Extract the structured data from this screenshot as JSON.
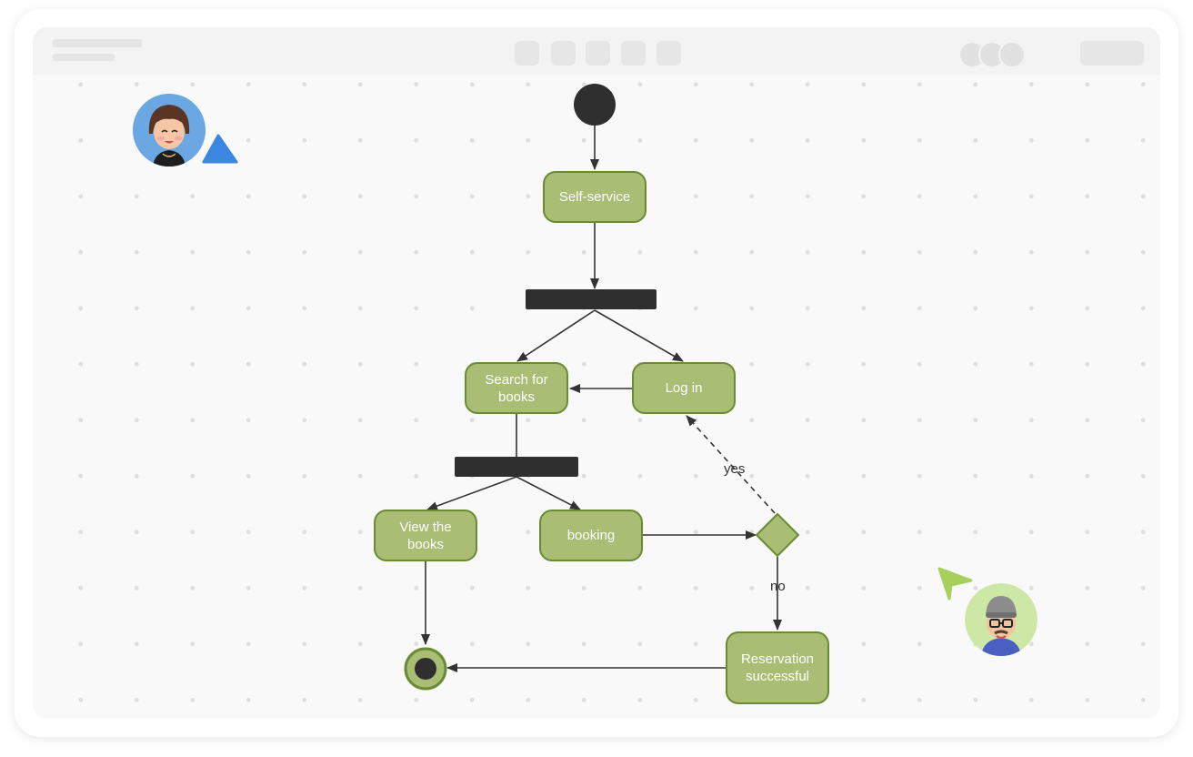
{
  "diagram": {
    "nodes": {
      "self_service": "Self-service",
      "search_books": "Search for books",
      "log_in": "Log in",
      "view_books": "View the books",
      "booking": "booking",
      "reservation": "Reservation successful"
    },
    "edge_labels": {
      "yes": "yes",
      "no": "no"
    }
  },
  "colors": {
    "node_fill": "#a9bd74",
    "node_border": "#6a8a34",
    "dark": "#2f2f2f",
    "cursor_blue": "#3a86e0",
    "cursor_green": "#a6cf5c"
  },
  "collaborators": [
    {
      "icon": "woman-avatar-icon",
      "cursor": "blue-cursor-icon"
    },
    {
      "icon": "man-avatar-icon",
      "cursor": "green-cursor-icon"
    }
  ]
}
